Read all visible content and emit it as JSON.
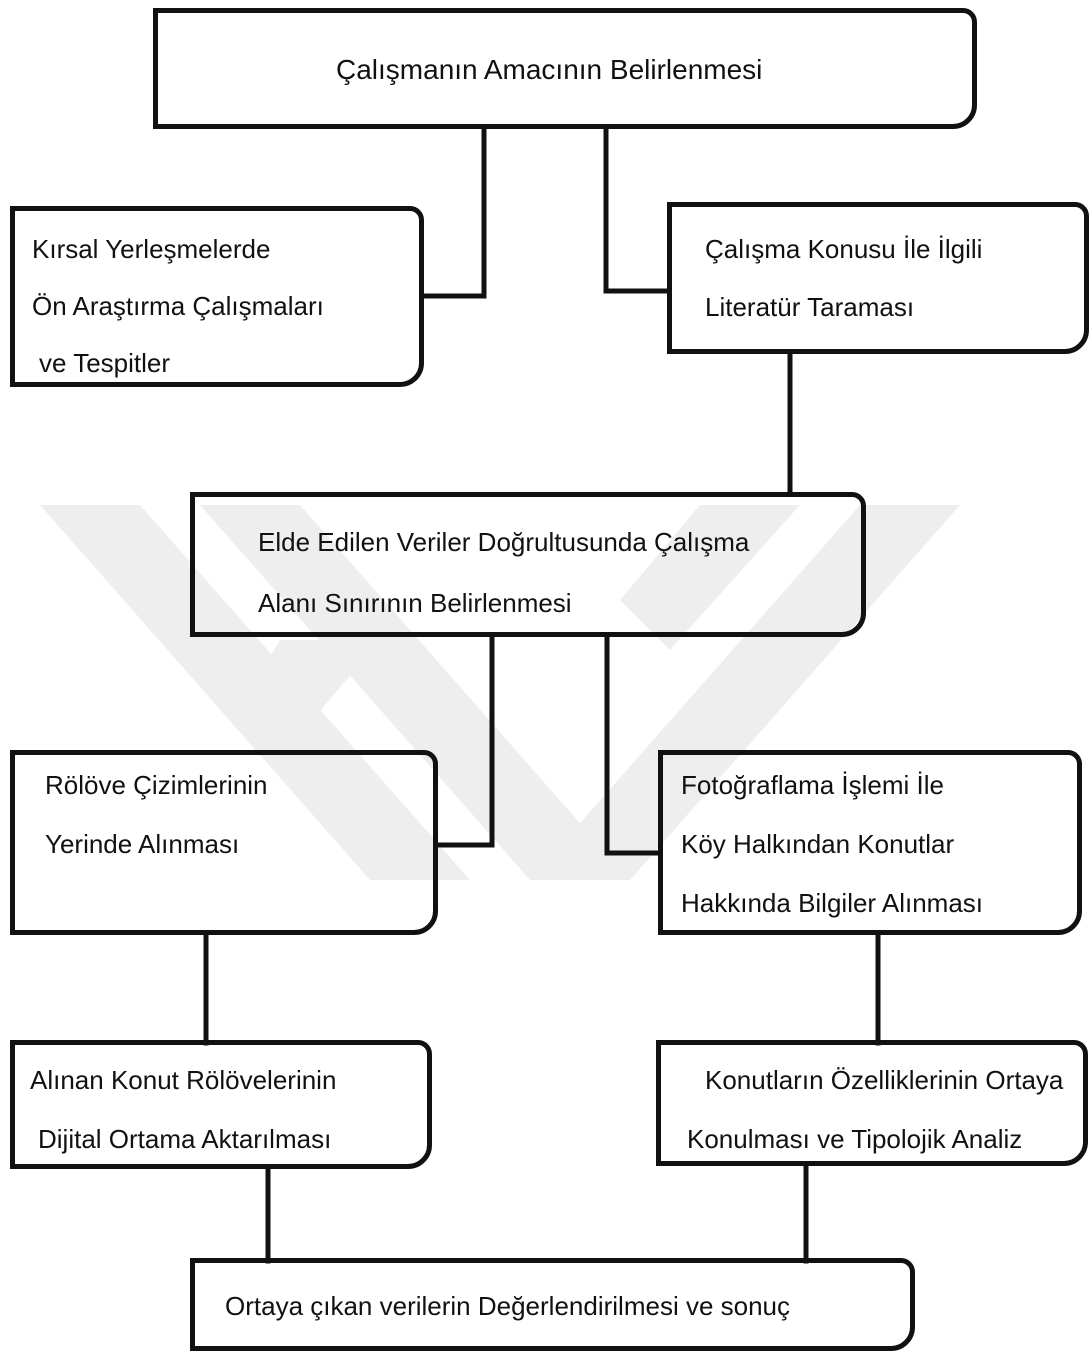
{
  "diagram": {
    "nodes": {
      "goal": {
        "lines": [
          "Çalışmanın Amacının Belirlenmesi"
        ]
      },
      "preliminary": {
        "lines": [
          "Kırsal Yerleşmelerde",
          "Ön Araştırma Çalışmaları",
          "ve Tespitler"
        ]
      },
      "literature": {
        "lines": [
          "Çalışma Konusu İle İlgili",
          "Literatür Taraması"
        ]
      },
      "boundary": {
        "lines": [
          "Elde Edilen Veriler Doğrultusunda Çalışma",
          "Alanı Sınırının Belirlenmesi"
        ]
      },
      "survey": {
        "lines": [
          "Rölöve Çizimlerinin",
          "Yerinde Alınması"
        ]
      },
      "photo": {
        "lines": [
          "Fotoğraflama İşlemi İle",
          "Köy Halkından Konutlar",
          "Hakkında Bilgiler Alınması"
        ]
      },
      "digital": {
        "lines": [
          "Alınan Konut Rölövelerinin",
          "Dijital Ortama Aktarılması"
        ]
      },
      "analysis": {
        "lines": [
          "Konutların Özelliklerinin Ortaya",
          "Konulması ve Tipolojik Analiz"
        ]
      },
      "result": {
        "lines": [
          "Ortaya çıkan verilerin Değerlendirilmesi ve sonuç"
        ]
      }
    },
    "colors": {
      "stroke": "#111111",
      "watermark": "#eeeeee"
    }
  }
}
